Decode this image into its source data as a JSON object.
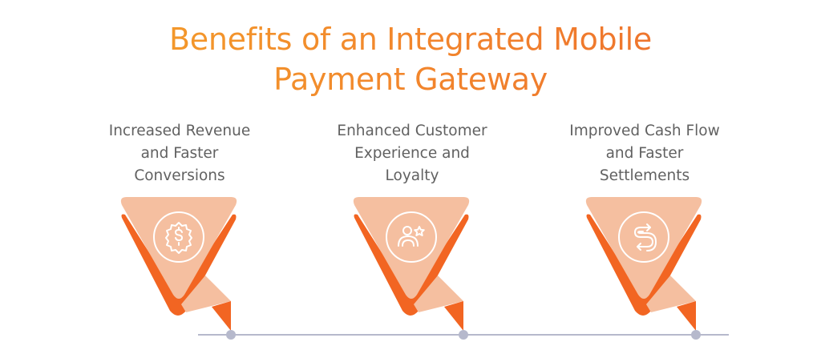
{
  "title": {
    "line1": "Benefits of an Integrated Mobile",
    "line2": "Payment Gateway"
  },
  "colors": {
    "title_gradient_start": "#f4a42a",
    "title_gradient_end": "#ec6a2e",
    "label_text": "#616161",
    "triangle_fill": "#f5bfa0",
    "band_orange": "#f26522",
    "timeline": "#b6b9cc",
    "icon_stroke": "#ffffff"
  },
  "benefits": [
    {
      "lines": [
        "Increased Revenue",
        "and Faster",
        "Conversions"
      ],
      "icon": "dollar-badge-icon"
    },
    {
      "lines": [
        "Enhanced Customer",
        "Experience and",
        "Loyalty"
      ],
      "icon": "user-star-icon"
    },
    {
      "lines": [
        "Improved Cash Flow",
        "and Faster",
        "Settlements"
      ],
      "icon": "dollar-exchange-icon"
    }
  ]
}
